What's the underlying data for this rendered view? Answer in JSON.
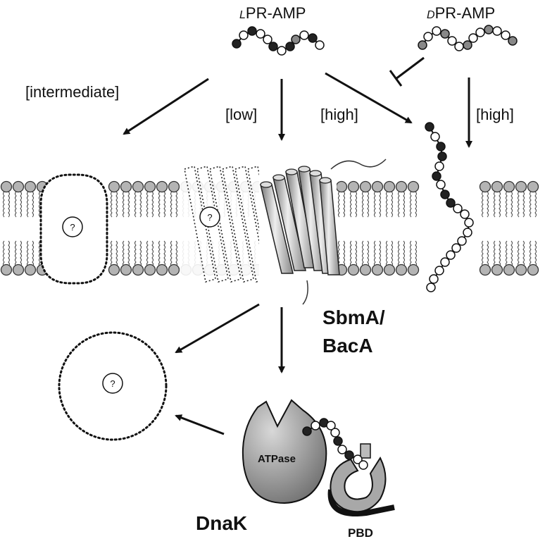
{
  "peptides": {
    "l_pr_amp": {
      "prefix": "L",
      "name": "PR-AMP"
    },
    "d_pr_amp": {
      "prefix": "D",
      "name": "PR-AMP"
    }
  },
  "concentrations": {
    "intermediate": "[intermediate]",
    "low": "[low]",
    "high_l": "[high]",
    "high_d": "[high]"
  },
  "unknown_mark": "?",
  "transporter_label": {
    "line1": "SbmA/",
    "line2": "BacA"
  },
  "dnak": {
    "label": "DnaK",
    "domain_atpase": "ATPase",
    "domain_pbd": "PBD"
  },
  "colors": {
    "lipid_head": "#b4b4b4",
    "protein_fill": "#909090",
    "line": "#111111"
  }
}
